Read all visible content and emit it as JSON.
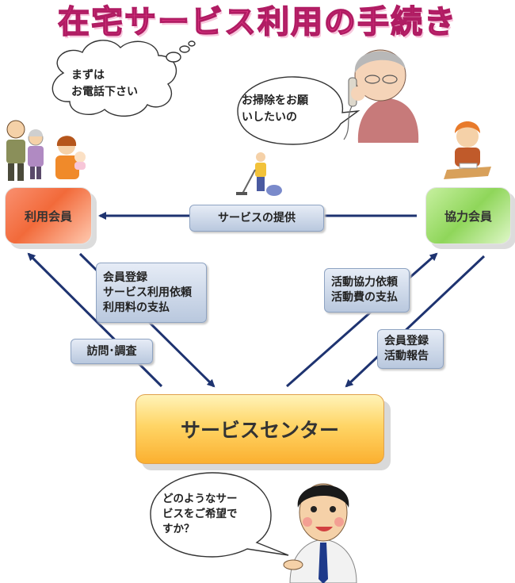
{
  "title": "在宅サービス利用の手続き",
  "nodes": {
    "user_member": "利用会員",
    "helper_member": "協力会員",
    "service_center": "サービスセンター"
  },
  "labels": {
    "service_provision": "サービスの提供",
    "member_steps": [
      "会員登録",
      "サービス利用依頼",
      "利用料の支払"
    ],
    "visit_survey": "訪問･調査",
    "activity_steps": [
      "活動協力依頼",
      "活動費の支払"
    ],
    "helper_steps": [
      "会員登録",
      "活動報告"
    ]
  },
  "bubbles": {
    "call_first": [
      "まずは",
      "お電話下さい"
    ],
    "cleaning_request": [
      "お掃除をお願",
      "いしたいの"
    ],
    "staff_question": [
      "どのようなサー",
      "ビスをご希望で",
      "すか？"
    ]
  },
  "colors": {
    "title": "#ee3a8c",
    "arrow": "#1e3370",
    "user_node": "#f26a3a",
    "helper_node": "#8fd65a",
    "center_node": "#fbb030"
  }
}
